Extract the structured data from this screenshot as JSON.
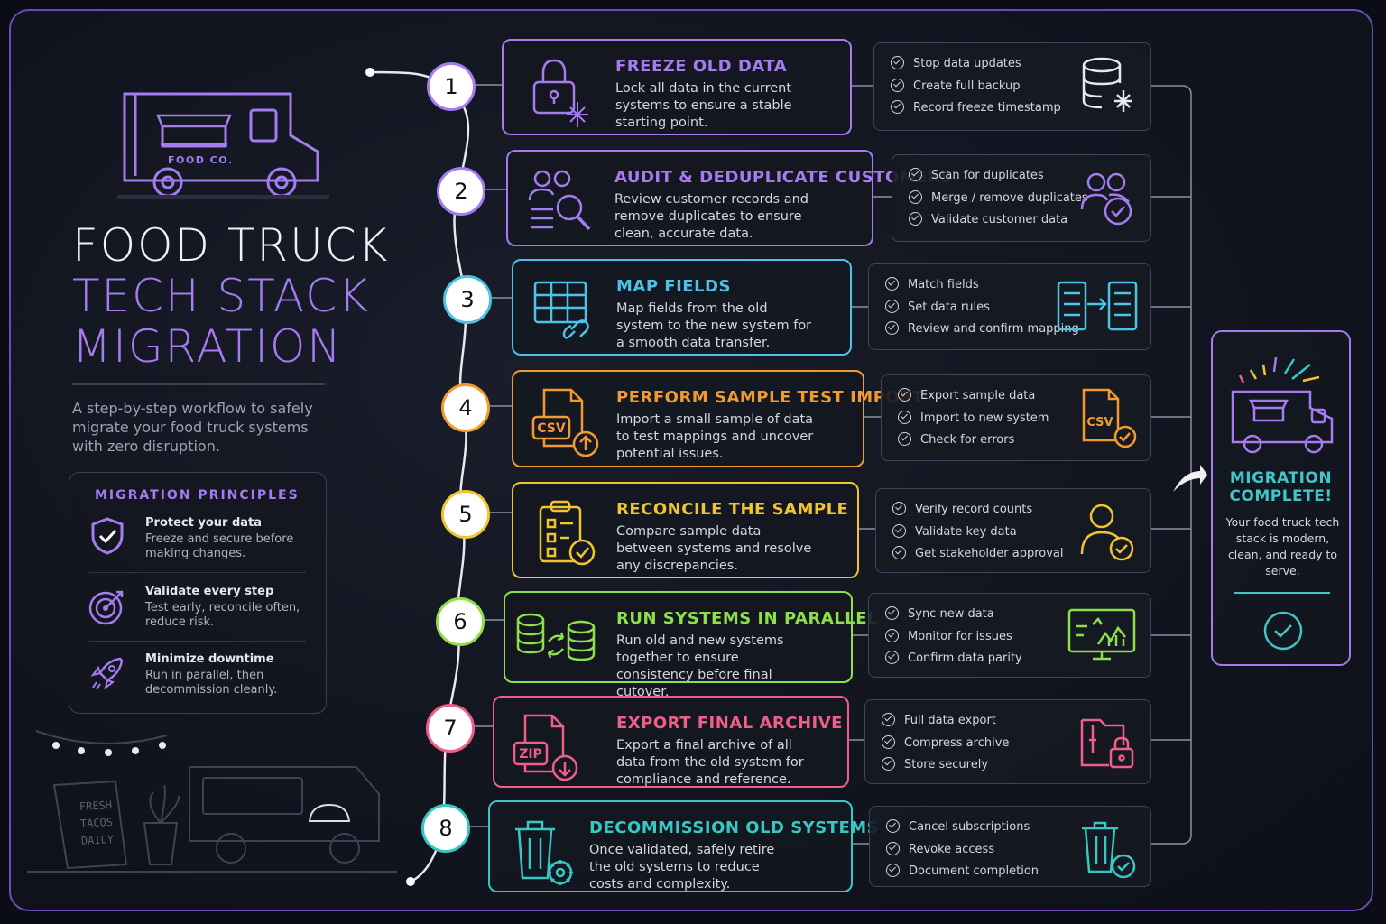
{
  "title": {
    "line1": "FOOD TRUCK",
    "line2": "TECH STACK",
    "line3": "MIGRATION"
  },
  "subtitle": "A step-by-step workflow to safely migrate your food truck systems with zero disruption.",
  "truck_label": "FOOD CO.",
  "sign_text": [
    "FRESH",
    "TACOS",
    "DAILY"
  ],
  "principles": {
    "title": "MIGRATION PRINCIPLES",
    "items": [
      {
        "heading": "Protect your data",
        "body": "Freeze and secure before making changes.",
        "icon": "shield-check-icon"
      },
      {
        "heading": "Validate every step",
        "body": "Test early, reconcile often, reduce risk.",
        "icon": "target-icon"
      },
      {
        "heading": "Minimize downtime",
        "body": "Run in parallel, then decommission cleanly.",
        "icon": "rocket-icon"
      }
    ]
  },
  "steps": [
    {
      "num": "1",
      "title": "FREEZE OLD DATA",
      "desc": "Lock all data in the current systems to ensure a stable starting point.",
      "color": "#a57bf0",
      "icon": "lock-snowflake-icon",
      "checks": [
        "Stop data updates",
        "Create full backup",
        "Record freeze timestamp"
      ],
      "check_icon": "database-snowflake-icon"
    },
    {
      "num": "2",
      "title": "AUDIT & DEDUPLICATE CUSTOMERS",
      "desc": "Review customer records and remove duplicates to ensure clean, accurate data.",
      "color": "#a57bf0",
      "icon": "users-search-icon",
      "checks": [
        "Scan for duplicates",
        "Merge / remove duplicates",
        "Validate customer data"
      ],
      "check_icon": "users-check-icon"
    },
    {
      "num": "3",
      "title": "MAP FIELDS",
      "desc": "Map fields from the old system to the new system for a smooth data transfer.",
      "color": "#4cc3e6",
      "icon": "table-link-icon",
      "checks": [
        "Match fields",
        "Set data rules",
        "Review and confirm mapping"
      ],
      "check_icon": "field-mapping-icon"
    },
    {
      "num": "4",
      "title": "PERFORM SAMPLE TEST IMPORT",
      "desc": "Import a small sample of data to test mappings and uncover potential issues.",
      "color": "#f29a2e",
      "icon": "csv-upload-icon",
      "icon_text": "CSV",
      "checks": [
        "Export sample data",
        "Import to new system",
        "Check for errors"
      ],
      "check_icon": "csv-check-icon",
      "check_icon_text": "CSV"
    },
    {
      "num": "5",
      "title": "RECONCILE THE SAMPLE",
      "desc": "Compare sample data between systems and resolve any discrepancies.",
      "color": "#f2c530",
      "icon": "clipboard-check-icon",
      "checks": [
        "Verify record counts",
        "Validate key data",
        "Get stakeholder approval"
      ],
      "check_icon": "user-check-icon"
    },
    {
      "num": "6",
      "title": "RUN SYSTEMS IN PARALLEL",
      "desc": "Run old and new systems together to ensure consistency before final cutover.",
      "color": "#8ee04a",
      "icon": "databases-sync-icon",
      "checks": [
        "Sync new data",
        "Monitor for issues",
        "Confirm data parity"
      ],
      "check_icon": "monitor-chart-icon"
    },
    {
      "num": "7",
      "title": "EXPORT FINAL ARCHIVE",
      "desc": "Export a final archive of all data from the old system for compliance and reference.",
      "color": "#ef5f8a",
      "icon": "zip-download-icon",
      "icon_text": "ZIP",
      "checks": [
        "Full data export",
        "Compress archive",
        "Store securely"
      ],
      "check_icon": "folder-lock-icon"
    },
    {
      "num": "8",
      "title": "DECOMMISSION OLD SYSTEMS",
      "desc": "Once validated, safely retire the old systems to reduce costs and complexity.",
      "color": "#36c8c4",
      "icon": "trash-gear-icon",
      "checks": [
        "Cancel subscriptions",
        "Revoke access",
        "Document completion"
      ],
      "check_icon": "trash-check-icon"
    }
  ],
  "complete": {
    "title": "MIGRATION COMPLETE!",
    "desc": "Your food truck tech stack is modern, clean, and ready to serve.",
    "icon": "circle-check-icon"
  }
}
